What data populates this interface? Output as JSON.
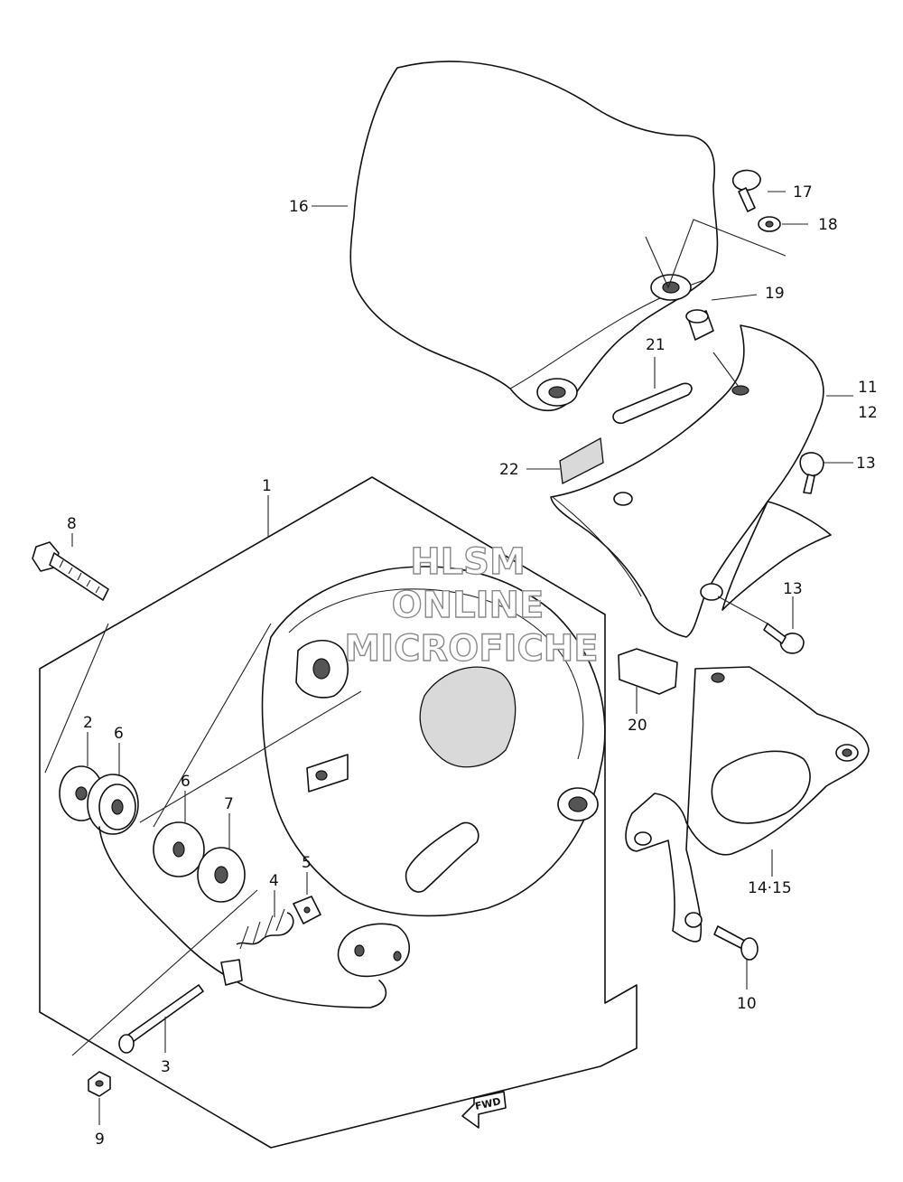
{
  "diagram": {
    "watermark": [
      "HLSM",
      "ONLINE",
      "MICROFICHE"
    ],
    "fwd_label": "FWD",
    "labels": [
      {
        "id": "1",
        "text": "1"
      },
      {
        "id": "2",
        "text": "2"
      },
      {
        "id": "3",
        "text": "3"
      },
      {
        "id": "4",
        "text": "4"
      },
      {
        "id": "5",
        "text": "5"
      },
      {
        "id": "6a",
        "text": "6"
      },
      {
        "id": "6b",
        "text": "6"
      },
      {
        "id": "7",
        "text": "7"
      },
      {
        "id": "8",
        "text": "8"
      },
      {
        "id": "9",
        "text": "9"
      },
      {
        "id": "10",
        "text": "10"
      },
      {
        "id": "11",
        "text": "11"
      },
      {
        "id": "12",
        "text": "12"
      },
      {
        "id": "13a",
        "text": "13"
      },
      {
        "id": "13b",
        "text": "13"
      },
      {
        "id": "14-15",
        "text": "14·15"
      },
      {
        "id": "16",
        "text": "16"
      },
      {
        "id": "17",
        "text": "17"
      },
      {
        "id": "18",
        "text": "18"
      },
      {
        "id": "19",
        "text": "19"
      },
      {
        "id": "20",
        "text": "20"
      },
      {
        "id": "21",
        "text": "21"
      },
      {
        "id": "22",
        "text": "22"
      }
    ]
  }
}
